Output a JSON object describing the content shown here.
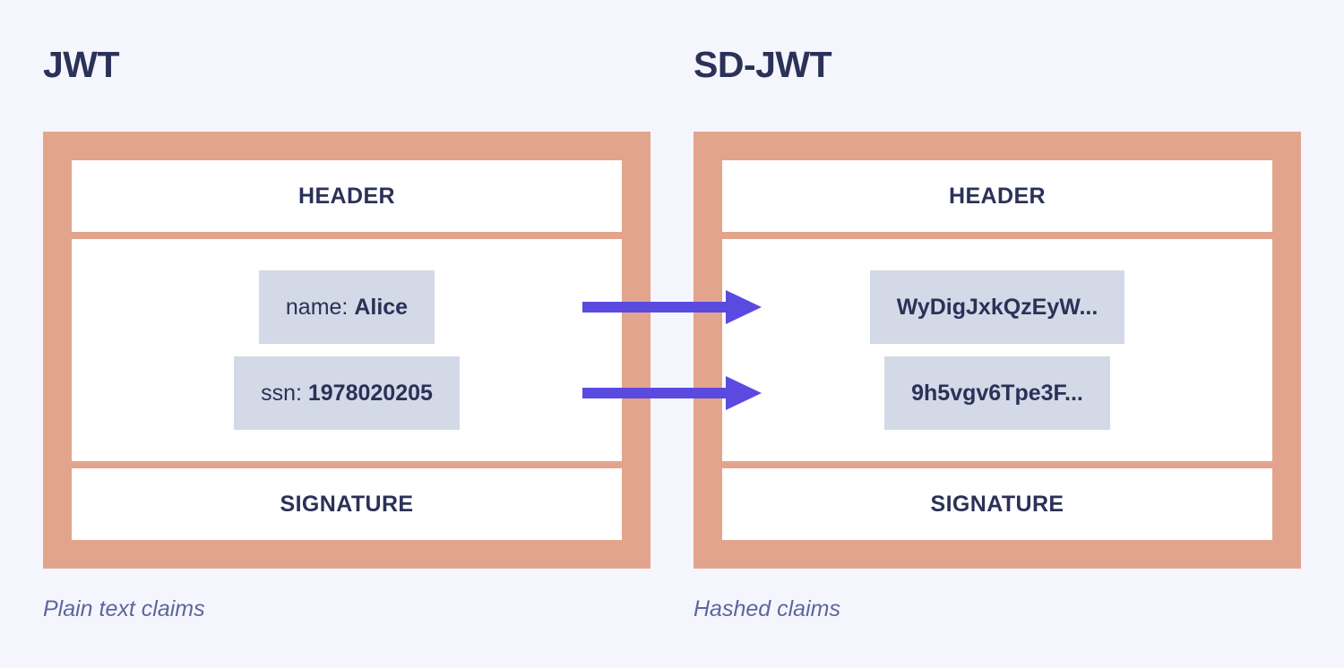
{
  "page": {
    "background_color": "#f5f6fd",
    "accent_card_color": "#e3a48d",
    "chip_color": "#d3d9e6",
    "text_color": "#2b3157",
    "arrow_color": "#5b4ae0",
    "caption_color": "#5e659b"
  },
  "columns": [
    {
      "id": "jwt",
      "title": "JWT",
      "header_label": "HEADER",
      "signature_label": "SIGNATURE",
      "caption": "Plain text claims",
      "claims": [
        {
          "key": "name:",
          "value": "Alice"
        },
        {
          "key": "ssn:",
          "value": "1978020205"
        }
      ]
    },
    {
      "id": "sdjwt",
      "title": "SD-JWT",
      "header_label": "HEADER",
      "signature_label": "SIGNATURE",
      "caption": "Hashed claims",
      "claims": [
        {
          "hash": "WyDigJxkQzEyW..."
        },
        {
          "hash": "9h5vgv6Tpe3F..."
        }
      ]
    }
  ],
  "arrows": [
    {
      "name": "arrow-name-to-hash",
      "from": "name: Alice",
      "to": "WyDigJxkQzEyW..."
    },
    {
      "name": "arrow-ssn-to-hash",
      "from": "ssn: 1978020205",
      "to": "9h5vgv6Tpe3F..."
    }
  ]
}
